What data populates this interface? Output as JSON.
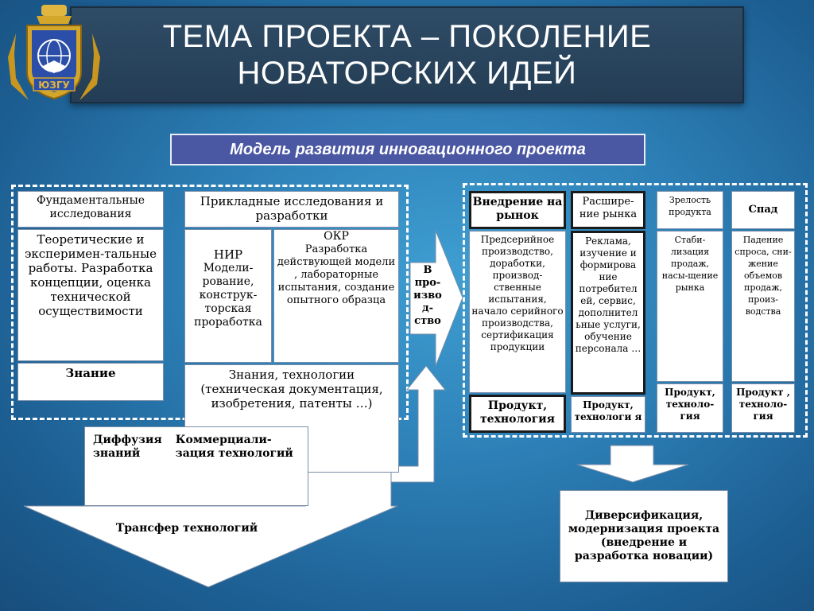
{
  "title": {
    "line1": "ТЕМА ПРОЕКТА – ПОКОЛЕНИЕ",
    "line2": "НОВАТОРСКИХ ИДЕЙ"
  },
  "emblem": {
    "letters": "ЮЗГУ"
  },
  "subtitle": "Модель развития инновационного проекта",
  "left": {
    "fundamental_header": "Фундаментальные исследования",
    "fundamental_body": "Теоретические и эксперимен-тальные работы. Разработка концепции, оценка технической осуществимости",
    "fundamental_result": "Знание",
    "applied_header": "Прикладные исследования и разработки",
    "nir_title": "НИР",
    "nir_body": "Модели-рование, конструк-торская проработка",
    "okr_title": "ОКР",
    "okr_body": "Разработка действующей модели , лабораторные испытания, создание опытного образца",
    "applied_result": "Знания, технологии (техническая документация, изобретения, патенты …)",
    "diffusion": "Диффузия знаний",
    "commercialization": "Коммерциали-зация технологий",
    "transfer": "Трансфер технологий",
    "production_arrow": "В про-изво д-ство"
  },
  "right": {
    "stages": [
      {
        "header": "Внедрение на рынок",
        "body": "Предсерийное производство, доработки, производ-ственные испытания, начало серийного производства, сертификация продукции",
        "result": "Продукт, технология"
      },
      {
        "header": "Расшире-ние рынка",
        "body": "Реклама, изучение и формирова ние потребител ей, сервис, дополнител ьные услуги, обучение персонала …",
        "result": "Продукт, технологи я"
      },
      {
        "header": "Зрелость продукта",
        "body": "Стаби-лизация продаж, насы-щение рынка",
        "result": "Продукт, техноло-гия"
      },
      {
        "header": "Спад",
        "body": "Падение спроса, сни-жение объемов продаж, произ-водства",
        "result": "Продукт , техноло-гия"
      }
    ],
    "diversification": "Диверсификация, модернизация проекта (внедрение и разработка новации)"
  },
  "colors": {
    "background": "#2c7fb6",
    "title_bar": "#2f4c66",
    "subtitle_bar": "#4a57a3",
    "emblem_gold": "#d4a62a",
    "emblem_blue": "#2b4fa8"
  }
}
